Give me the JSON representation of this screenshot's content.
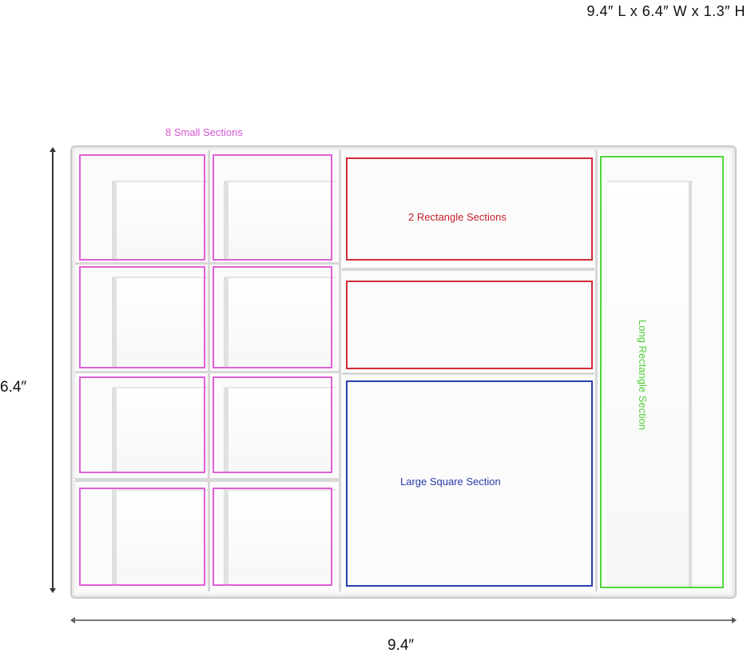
{
  "header": {
    "dimensions": "9.4″ L x 6.4″ W x 1.3″ H"
  },
  "dimensions": {
    "height_label": "6.4″",
    "width_label": "9.4″"
  },
  "sections": {
    "small": {
      "label": "8 Small Sections",
      "count": 8,
      "color": "#e060d8"
    },
    "rectangle": {
      "label": "2 Rectangle Sections",
      "count": 2,
      "color": "#d22c34"
    },
    "large_square": {
      "label": "Large Square Section",
      "count": 1,
      "color": "#2a3fb2"
    },
    "long_rectangle": {
      "label": "Long Rectangle Section",
      "count": 1,
      "color": "#52d63a"
    }
  }
}
